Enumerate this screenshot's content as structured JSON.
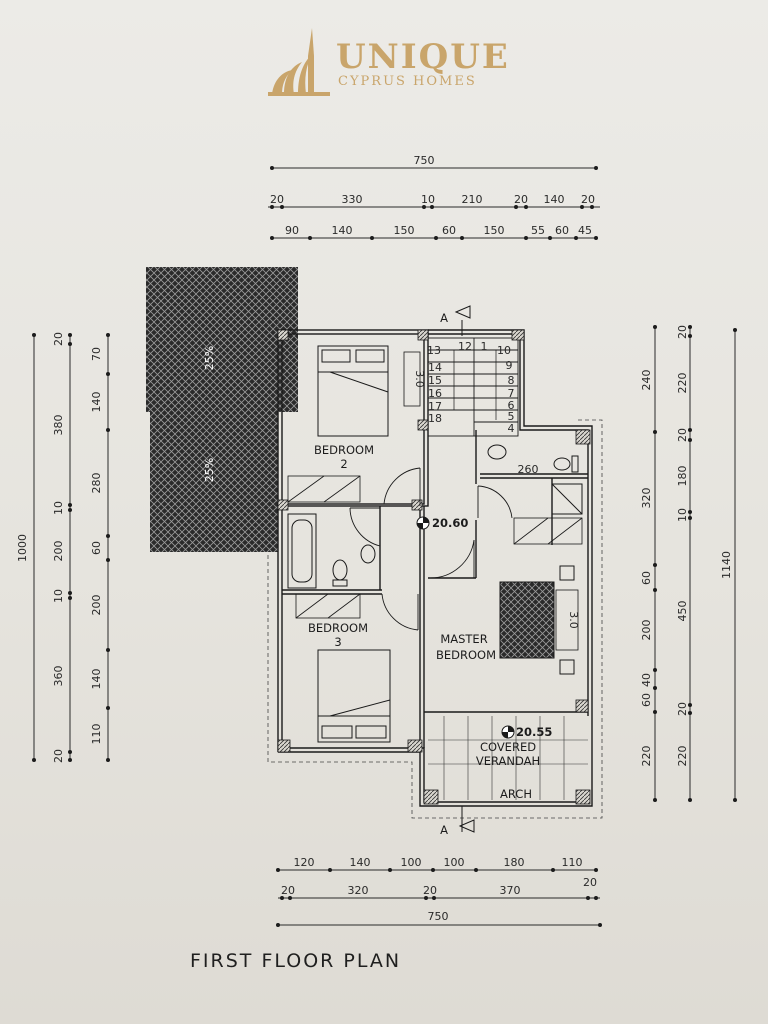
{
  "logo": {
    "word": "UNIQUE",
    "sub": "CYPRUS HOMES"
  },
  "plan_title": "FIRST FLOOR PLAN",
  "top_dims": {
    "overall": "750",
    "row2": [
      "20",
      "330",
      "10",
      "210",
      "20",
      "140",
      "20"
    ],
    "row3": [
      "90",
      "140",
      "150",
      "60",
      "150",
      "55",
      "60",
      "45"
    ]
  },
  "bottom_dims": {
    "row1": [
      "120",
      "140",
      "100",
      "100",
      "180",
      "110"
    ],
    "row2": [
      "20",
      "320",
      "20",
      "370",
      "20"
    ],
    "overall": "750"
  },
  "left_dims": {
    "overall": "1000",
    "col2": [
      "20",
      "380",
      "10",
      "200",
      "10",
      "360",
      "20"
    ],
    "col3": [
      "70",
      "140",
      "280",
      "60",
      "200",
      "140",
      "110"
    ]
  },
  "right_dims": {
    "col1": [
      "240",
      "320",
      "60",
      "200",
      "40",
      "60",
      "220"
    ],
    "col2": [
      "20",
      "220",
      "20",
      "180",
      "10",
      "450",
      "20",
      "220"
    ],
    "overall": "1140"
  },
  "rooms": {
    "bedroom2": [
      "BEDROOM",
      "2"
    ],
    "bedroom3": [
      "BEDROOM",
      "3"
    ],
    "master": [
      "MASTER",
      "BEDROOM"
    ],
    "verandah": [
      "COVERED",
      "VERANDAH"
    ],
    "arch": "ARCH"
  },
  "levels": {
    "hall": "20.60",
    "verandah": "20.55"
  },
  "wc_width": "260",
  "roof_slope": "25%",
  "section_marker": "A",
  "stair_numbers": [
    "13",
    "12",
    "1",
    "10",
    "14",
    "9",
    "15",
    "8",
    "16",
    "7",
    "17",
    "6",
    "18",
    "5",
    "4"
  ],
  "wardrobe_height": "3.0"
}
